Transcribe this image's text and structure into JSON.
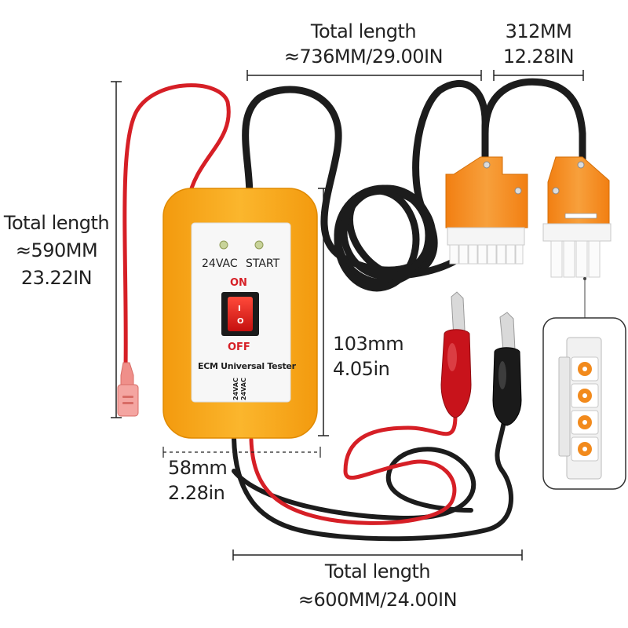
{
  "dimensions": {
    "cable_top": {
      "label": "Total length",
      "value": "≈736MM/29.00IN"
    },
    "cable_connector": {
      "value_mm": "312MM",
      "value_in": "12.28IN"
    },
    "cable_left": {
      "label": "Total length",
      "value_mm": "≈590MM",
      "value_in": "23.22IN"
    },
    "device_height": {
      "value_mm": "103mm",
      "value_in": "4.05in"
    },
    "device_width": {
      "value_mm": "58mm",
      "value_in": "2.28in"
    },
    "cable_bottom": {
      "label": "Total length",
      "value": "≈600MM/24.00IN"
    }
  },
  "device": {
    "led_left_label": "24VAC",
    "led_right_label": "START",
    "switch_on_label": "ON",
    "switch_off_label": "OFF",
    "switch_symbol_on": "I",
    "switch_symbol_off": "O",
    "product_name": "ECM Universal Tester",
    "side_text_1": "24VAC",
    "side_text_2": "24VAC"
  },
  "colors": {
    "housing": "#f9a51b",
    "connector": "#f28a1c",
    "red_wire": "#d61f26",
    "black_wire": "#1c1c1c",
    "switch_red": "#e21b1b"
  },
  "icons": [
    "toggle-switch-icon",
    "led-indicator-icon",
    "alligator-clip-icon",
    "spade-terminal-icon",
    "molex-connector-icon"
  ]
}
